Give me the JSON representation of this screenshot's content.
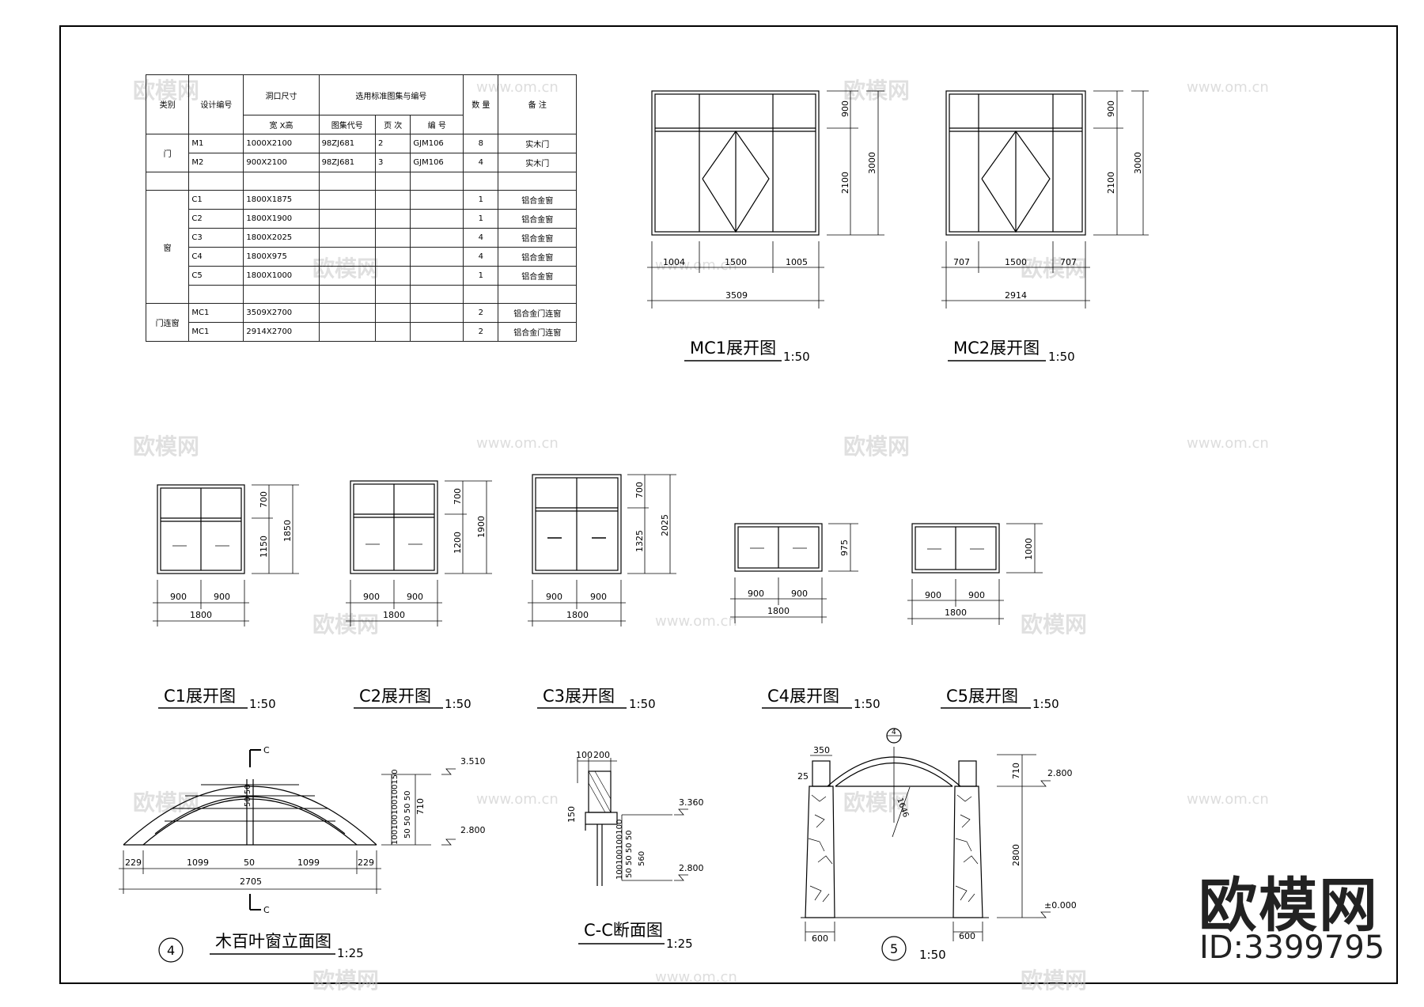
{
  "watermark": {
    "logo": "欧模网",
    "site": "www.om.cn"
  },
  "brand": {
    "name": "欧模网",
    "id": "ID:3399795"
  },
  "schedule": {
    "headers": {
      "category": "类别",
      "design_no": "设计编号",
      "opening_size": "洞口尺寸",
      "std_atlas": "选用标准图集与编号",
      "quantity": "数 量",
      "remark": "备 注",
      "wxh": "宽 X高",
      "atlas_code": "图集代号",
      "page": "页 次",
      "number": "编 号"
    },
    "groups": {
      "door": "门",
      "window": "窗",
      "door_window": "门连窗"
    },
    "rows": [
      {
        "id": "M1",
        "size": "1000X2100",
        "atlas": "98ZJ681",
        "page": "2",
        "no": "GJM106",
        "qty": "8",
        "remark": "实木门"
      },
      {
        "id": "M2",
        "size": "900X2100",
        "atlas": "98ZJ681",
        "page": "3",
        "no": "GJM106",
        "qty": "4",
        "remark": "实木门"
      },
      {
        "id": "C1",
        "size": "1800X1875",
        "atlas": "",
        "page": "",
        "no": "",
        "qty": "1",
        "remark": "铝合金窗"
      },
      {
        "id": "C2",
        "size": "1800X1900",
        "atlas": "",
        "page": "",
        "no": "",
        "qty": "1",
        "remark": "铝合金窗"
      },
      {
        "id": "C3",
        "size": "1800X2025",
        "atlas": "",
        "page": "",
        "no": "",
        "qty": "4",
        "remark": "铝合金窗"
      },
      {
        "id": "C4",
        "size": "1800X975",
        "atlas": "",
        "page": "",
        "no": "",
        "qty": "4",
        "remark": "铝合金窗"
      },
      {
        "id": "C5",
        "size": "1800X1000",
        "atlas": "",
        "page": "",
        "no": "",
        "qty": "1",
        "remark": "铝合金窗"
      },
      {
        "id": "MC1",
        "size": "3509X2700",
        "atlas": "",
        "page": "",
        "no": "",
        "qty": "2",
        "remark": "铝合金门连窗"
      },
      {
        "id": "MC1",
        "size": "2914X2700",
        "atlas": "",
        "page": "",
        "no": "",
        "qty": "2",
        "remark": "铝合金门连窗"
      }
    ]
  },
  "mc1": {
    "title": "MC1展开图",
    "scale": "1:50",
    "dims": {
      "top": "900",
      "bottom": "2100",
      "total": "3000",
      "w1": "1004",
      "w2": "1500",
      "w3": "1005",
      "wt": "3509"
    }
  },
  "mc2": {
    "title": "MC2展开图",
    "scale": "1:50",
    "dims": {
      "top": "900",
      "bottom": "2100",
      "total": "3000",
      "w1": "707",
      "w2": "1500",
      "w3": "707",
      "wt": "2914"
    }
  },
  "windows": [
    {
      "title": "C1展开图",
      "scale": "1:50",
      "h1": "700",
      "h2": "1150",
      "ht": "1850",
      "w1": "900",
      "w2": "900",
      "wt": "1800"
    },
    {
      "title": "C2展开图",
      "scale": "1:50",
      "h1": "700",
      "h2": "1200",
      "ht": "1900",
      "w1": "900",
      "w2": "900",
      "wt": "1800"
    },
    {
      "title": "C3展开图",
      "scale": "1:50",
      "h1": "700",
      "h2": "1325",
      "ht": "2025",
      "w1": "900",
      "w2": "900",
      "wt": "1800"
    },
    {
      "title": "C4展开图",
      "scale": "1:50",
      "ht": "975",
      "w1": "900",
      "w2": "900",
      "wt": "1800"
    },
    {
      "title": "C5展开图",
      "scale": "1:50",
      "ht": "1000",
      "w1": "900",
      "w2": "900",
      "wt": "1800"
    }
  ],
  "louver": {
    "title": "木百叶窗立面图",
    "scale": "1:25",
    "num": "4",
    "cut": "C",
    "dims": {
      "e1": "229",
      "e2": "1099",
      "mid": "50",
      "e3": "1099",
      "e4": "229",
      "total": "2705",
      "h": "710",
      "lvl_top": "3.510",
      "lvl_bot": "2.800",
      "stack": "100100100100150",
      "stack2": "50 50 50 50",
      "stack3": "50 50"
    }
  },
  "section": {
    "title": "C-C断面图",
    "scale": "1:25",
    "dims": {
      "w1": "100",
      "w2": "200",
      "lvl_top": "3.360",
      "lvl_bot": "2.800",
      "h1": "150",
      "stack": "100100100100",
      "stack2": "50 50 50 50",
      "h2": "560"
    }
  },
  "arch": {
    "num": "5",
    "scale": "1:50",
    "marker": "4",
    "dims": {
      "top_w": "350",
      "side": "25",
      "r": "1646",
      "h1": "710",
      "h2": "2800",
      "lvl_top": "2.800",
      "lvl_bot": "±0.000",
      "base_l": "600",
      "base_r": "600"
    }
  }
}
